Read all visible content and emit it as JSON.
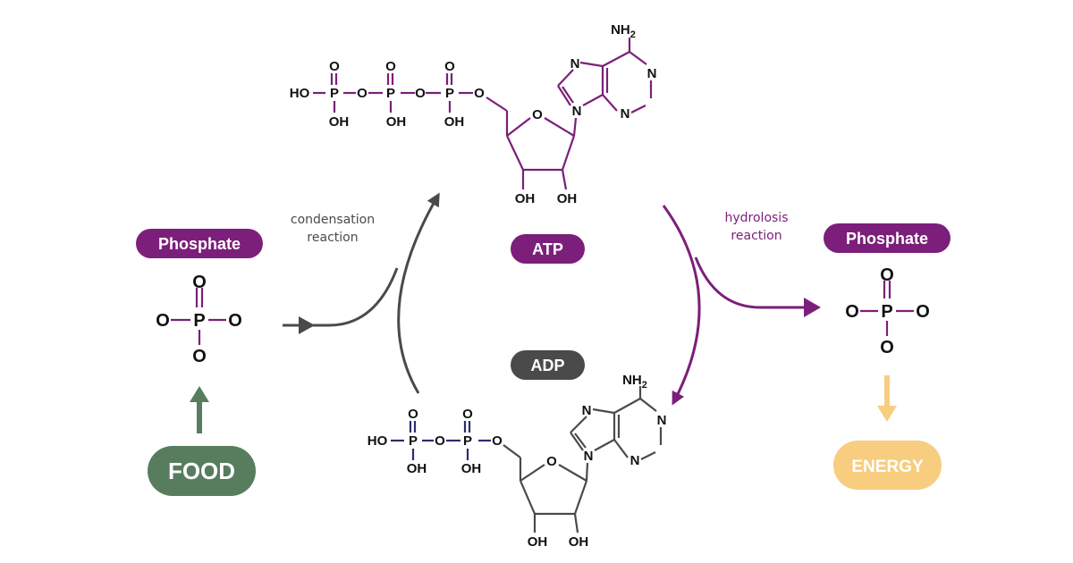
{
  "labels": {
    "phosphate_left": "Phosphate",
    "phosphate_right": "Phosphate",
    "atp": "ATP",
    "adp": "ADP",
    "food": "FOOD",
    "energy": "ENERGY",
    "condensation_line1": "condensation",
    "condensation_line2": "reaction",
    "hydrolosis_line1": "hydrolosis",
    "hydrolosis_line2": "reaction"
  },
  "atoms": {
    "oxygen": "O",
    "phosphorus": "P",
    "hydroxyl": "HO",
    "hydroxyl_right": "OH",
    "nitrogen": "N",
    "amine": "NH",
    "amine_subscript": "2"
  },
  "colors": {
    "purple": "#7b1f7a",
    "dark_gray": "#4a4a4a",
    "green": "#577d5e",
    "yellow": "#f8cd7f",
    "adp_blue": "#2b2d6e"
  }
}
